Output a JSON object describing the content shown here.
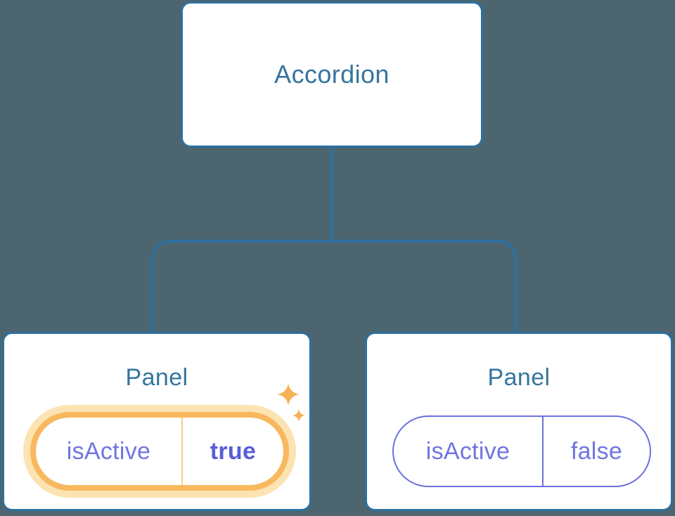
{
  "colors": {
    "background": "#4C656E",
    "card_bg": "#FFFFFF",
    "blue_border": "#2D70A1",
    "blue_text": "#35759F",
    "purple": "#7075E0",
    "purple_bold": "#585ED6",
    "purple_border": "#6B70DC",
    "orange": "#F7B85E",
    "orange_glow": "#FCE3B2",
    "orange_divider": "#F8CB85",
    "sparkle": "#F4B253"
  },
  "diagram": {
    "root": {
      "label": "Accordion"
    },
    "panels": [
      {
        "title": "Panel",
        "state_key": "isActive",
        "state_value": "true",
        "active": true,
        "icon": "sparkles-icon"
      },
      {
        "title": "Panel",
        "state_key": "isActive",
        "state_value": "false",
        "active": false
      }
    ]
  }
}
